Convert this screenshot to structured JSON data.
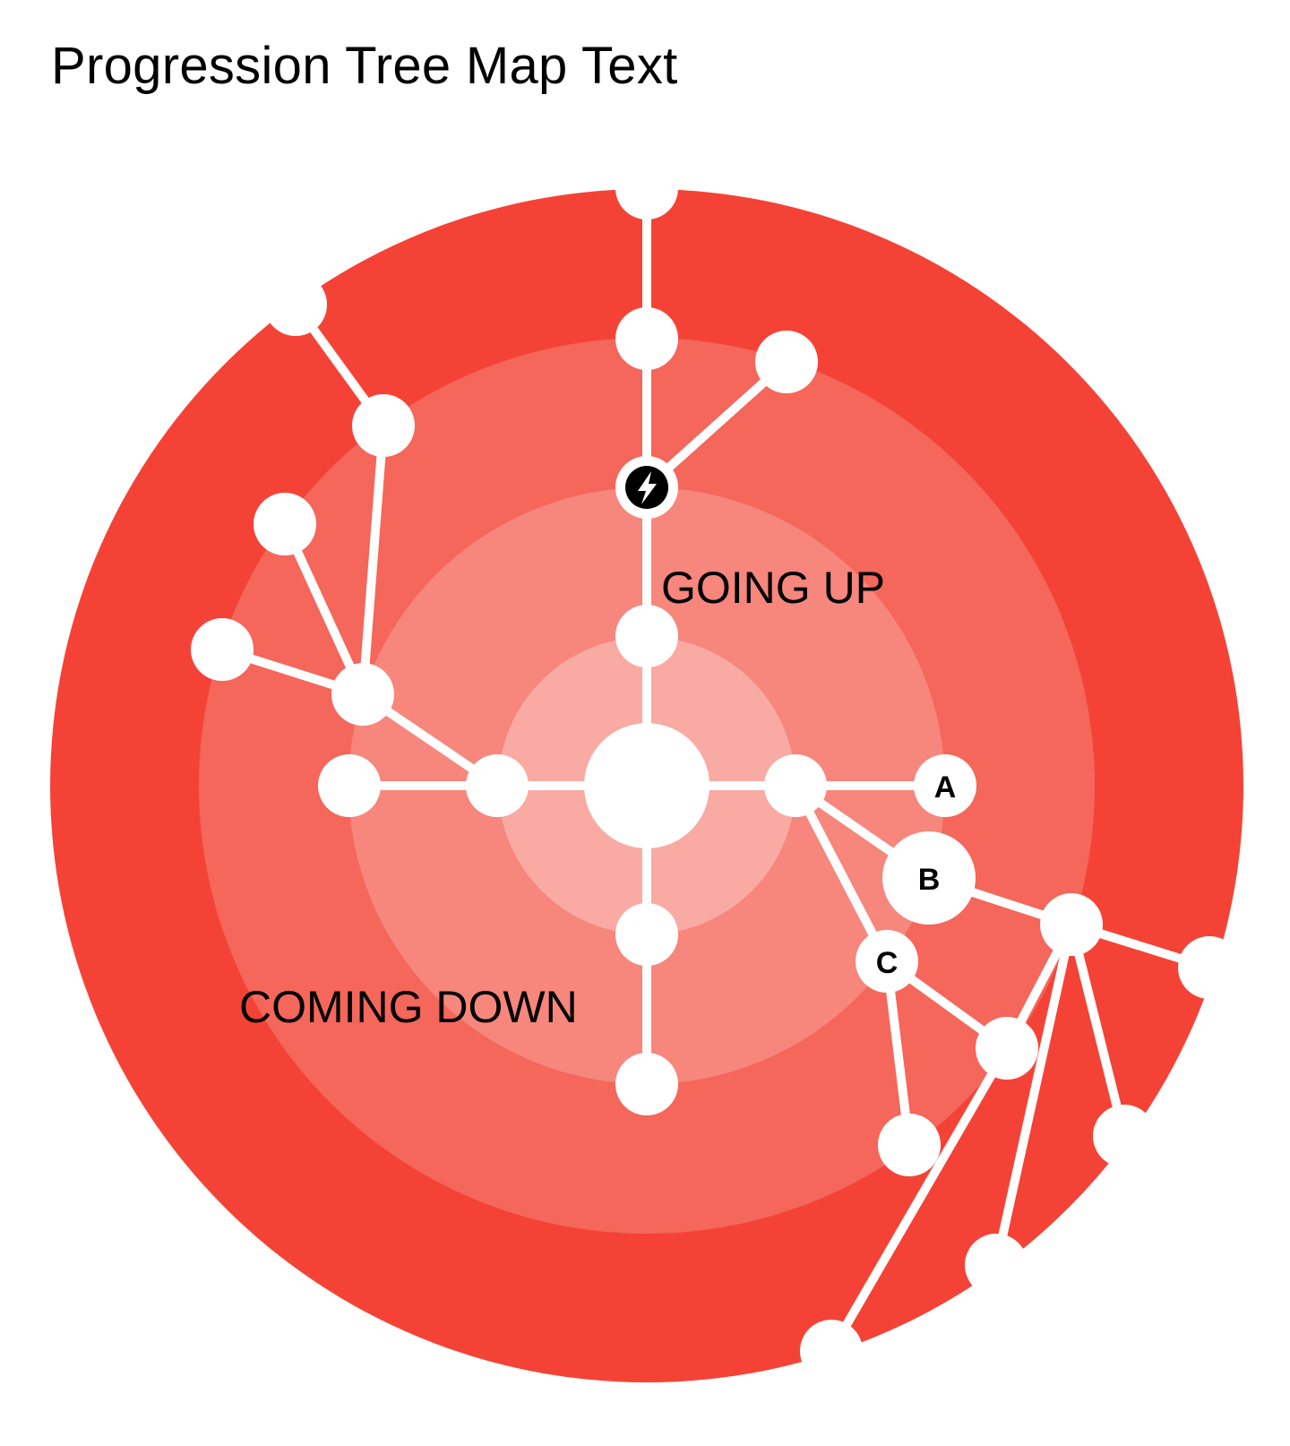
{
  "page": {
    "title": "Progression Tree Map Text"
  },
  "labels": {
    "going_up": "GOING UP",
    "coming_down": "COMING DOWN"
  },
  "nodes": {
    "a": "A",
    "b": "B",
    "c": "C"
  },
  "icons": {
    "lightning": "lightning-bolt-icon"
  },
  "colors": {
    "ring_outer": "#f44336",
    "ring_3": "#f5665b",
    "ring_2": "#f7867c",
    "ring_inner": "#f9aaa3",
    "node": "#ffffff",
    "link": "#ffffff",
    "text": "#000000"
  }
}
